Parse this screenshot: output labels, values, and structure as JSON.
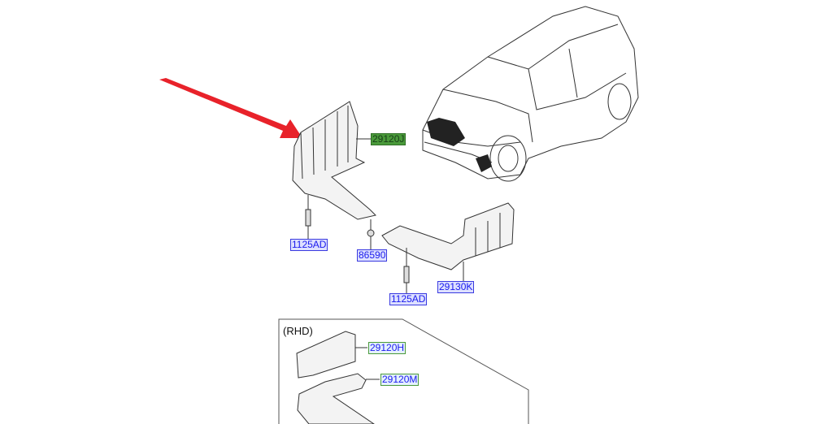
{
  "parts": {
    "p29120J": "29120J",
    "p1125AD_a": "1125AD",
    "p86590": "86590",
    "p29130K": "29130K",
    "p1125AD_b": "1125AD",
    "p29120H": "29120H",
    "p29120M": "29120M"
  },
  "inset": {
    "title": "(RHD)"
  },
  "colors": {
    "arrow": "#e8222a",
    "selected_label": "#4a9a3a",
    "label_border": "#3a3ae0"
  }
}
